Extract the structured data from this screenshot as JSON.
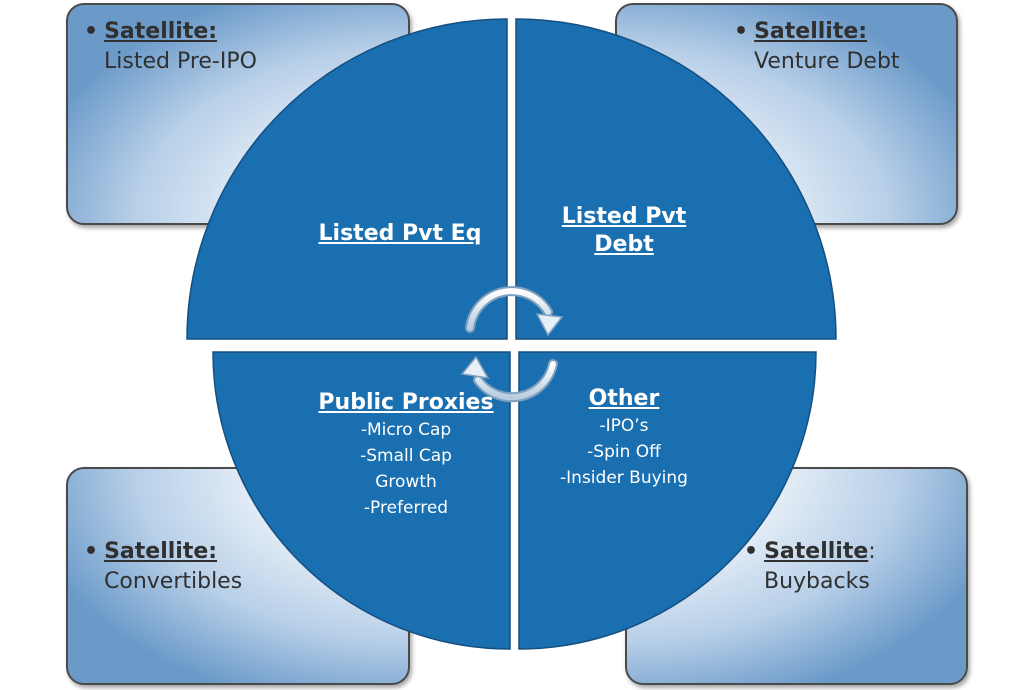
{
  "satellites": {
    "top_left": {
      "header": "Satellite:",
      "item": "Listed Pre-IPO"
    },
    "top_right": {
      "header": "Satellite:",
      "item": "Venture Debt"
    },
    "bottom_left": {
      "header": "Satellite:",
      "item": "Convertibles"
    },
    "bottom_right": {
      "header": "Satellite",
      "suffix": ":",
      "item": "Buybacks"
    }
  },
  "quadrants": {
    "top_left": {
      "title": "Listed Pvt Eq"
    },
    "top_right": {
      "title_line1": "Listed Pvt",
      "title_line2": "Debt"
    },
    "bottom_left": {
      "title": "Public Proxies",
      "lines": [
        "-Micro Cap",
        "-Small Cap",
        "Growth",
        "-Preferred"
      ]
    },
    "bottom_right": {
      "title": "Other",
      "lines": [
        "-IPO’s",
        "-Spin Off",
        "-Insider Buying"
      ]
    }
  },
  "bullet": "•",
  "colors": {
    "quadrant_fill": "#1a6fb0",
    "quadrant_stroke": "#154f80",
    "text_dark": "#303030",
    "text_light": "#ffffff"
  }
}
